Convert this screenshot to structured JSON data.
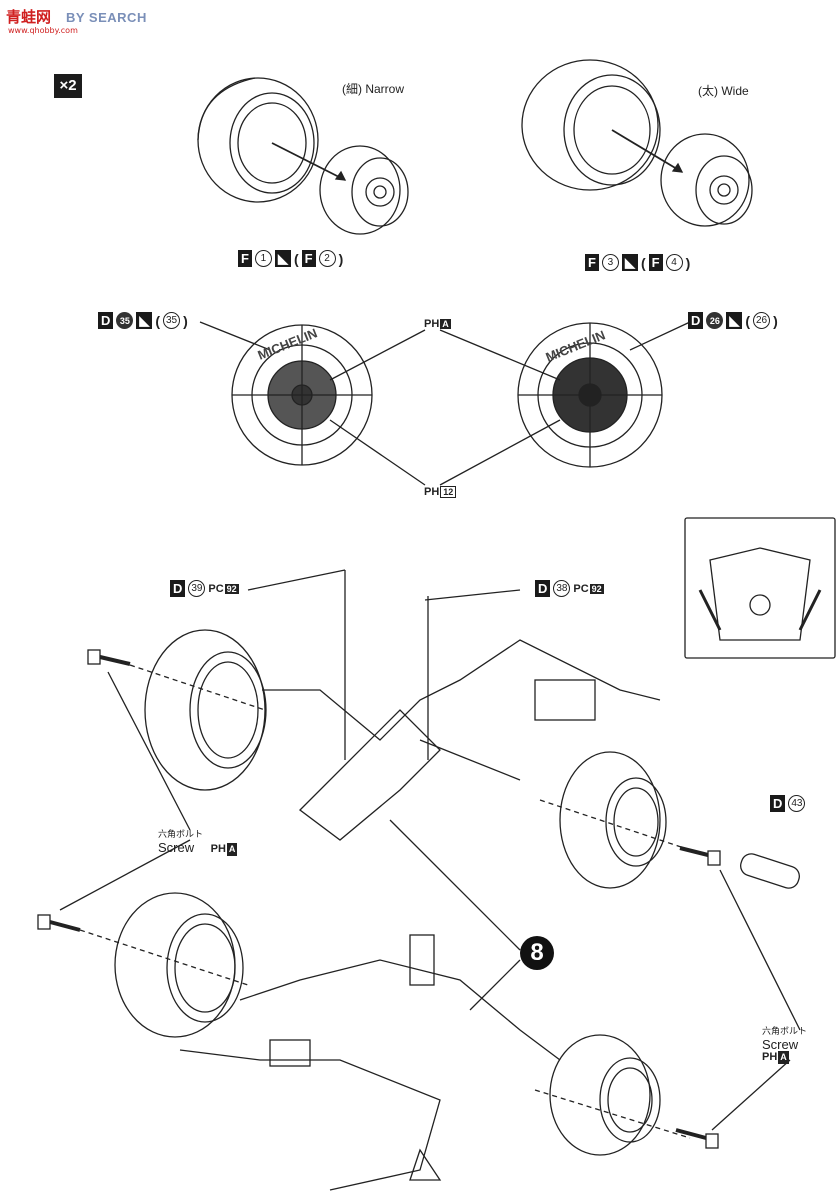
{
  "watermark": {
    "logo": "青蛙网",
    "brand": "BY SEARCH",
    "site": "www.qhobby.com"
  },
  "quantity_badge": "×2",
  "tire_sets": [
    {
      "label": "(細) Narrow",
      "part": [
        "F",
        "1",
        "F",
        "2"
      ]
    },
    {
      "label": "(太) Wide",
      "part": [
        "F",
        "3",
        "F",
        "4"
      ]
    }
  ],
  "decals": {
    "left": {
      "sheet": "D",
      "num": "35",
      "alt": "35"
    },
    "right": {
      "sheet": "D",
      "num": "26",
      "alt": "26"
    },
    "paint_a": {
      "prefix": "PH",
      "code": "A"
    },
    "paint_12": {
      "prefix": "PH",
      "code": "12"
    }
  },
  "sidewall_text": "MICHELIN",
  "assembly": {
    "d39": {
      "sheet": "D",
      "num": "39",
      "paint": "PC",
      "code": "92"
    },
    "d38": {
      "sheet": "D",
      "num": "38",
      "paint": "PC",
      "code": "92"
    },
    "d43": {
      "sheet": "D",
      "num": "43"
    },
    "screw_left": {
      "jp": "六角ボルト",
      "en": "Screw",
      "paint": "PH",
      "code": "A"
    },
    "screw_right": {
      "jp": "六角ボルト",
      "en": "Screw",
      "paint": "PH",
      "code": "A"
    },
    "step_ref": "8"
  }
}
